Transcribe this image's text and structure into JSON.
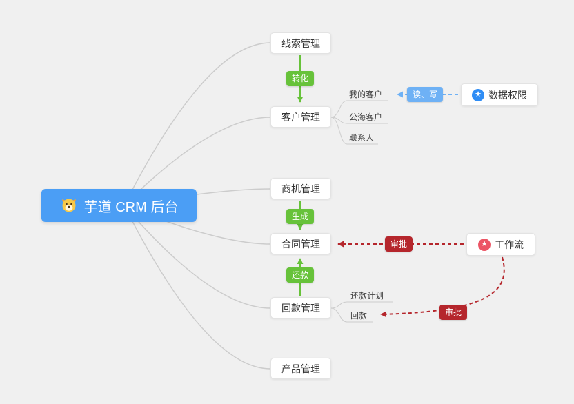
{
  "root": {
    "label": "芋道 CRM 后台"
  },
  "nodes": {
    "leads": {
      "label": "线索管理"
    },
    "customer": {
      "label": "客户管理"
    },
    "opportunity": {
      "label": "商机管理"
    },
    "contract": {
      "label": "合同管理"
    },
    "receivable": {
      "label": "回款管理"
    },
    "product": {
      "label": "产品管理"
    },
    "data_permission": {
      "label": "数据权限"
    },
    "workflow": {
      "label": "工作流"
    }
  },
  "sub_labels": {
    "my_customer": "我的客户",
    "public_customer": "公海客户",
    "contact": "联系人",
    "repayment_plan": "还款计划",
    "repayment": "回款"
  },
  "badges": {
    "convert": "转化",
    "generate": "生成",
    "repay": "还款",
    "read_write": "读、写",
    "approve_contract": "审批",
    "approve_receivable": "审批"
  },
  "colors": {
    "background": "#f0f0f0",
    "root_bg": "#4b9ef5",
    "green_accent": "#67c23a",
    "blue_accent": "#6eb1f5",
    "red_accent": "#b5262c",
    "data_permission_icon": "#2f8df5",
    "workflow_icon": "#ec5565",
    "connector_line": "#cccccc"
  }
}
